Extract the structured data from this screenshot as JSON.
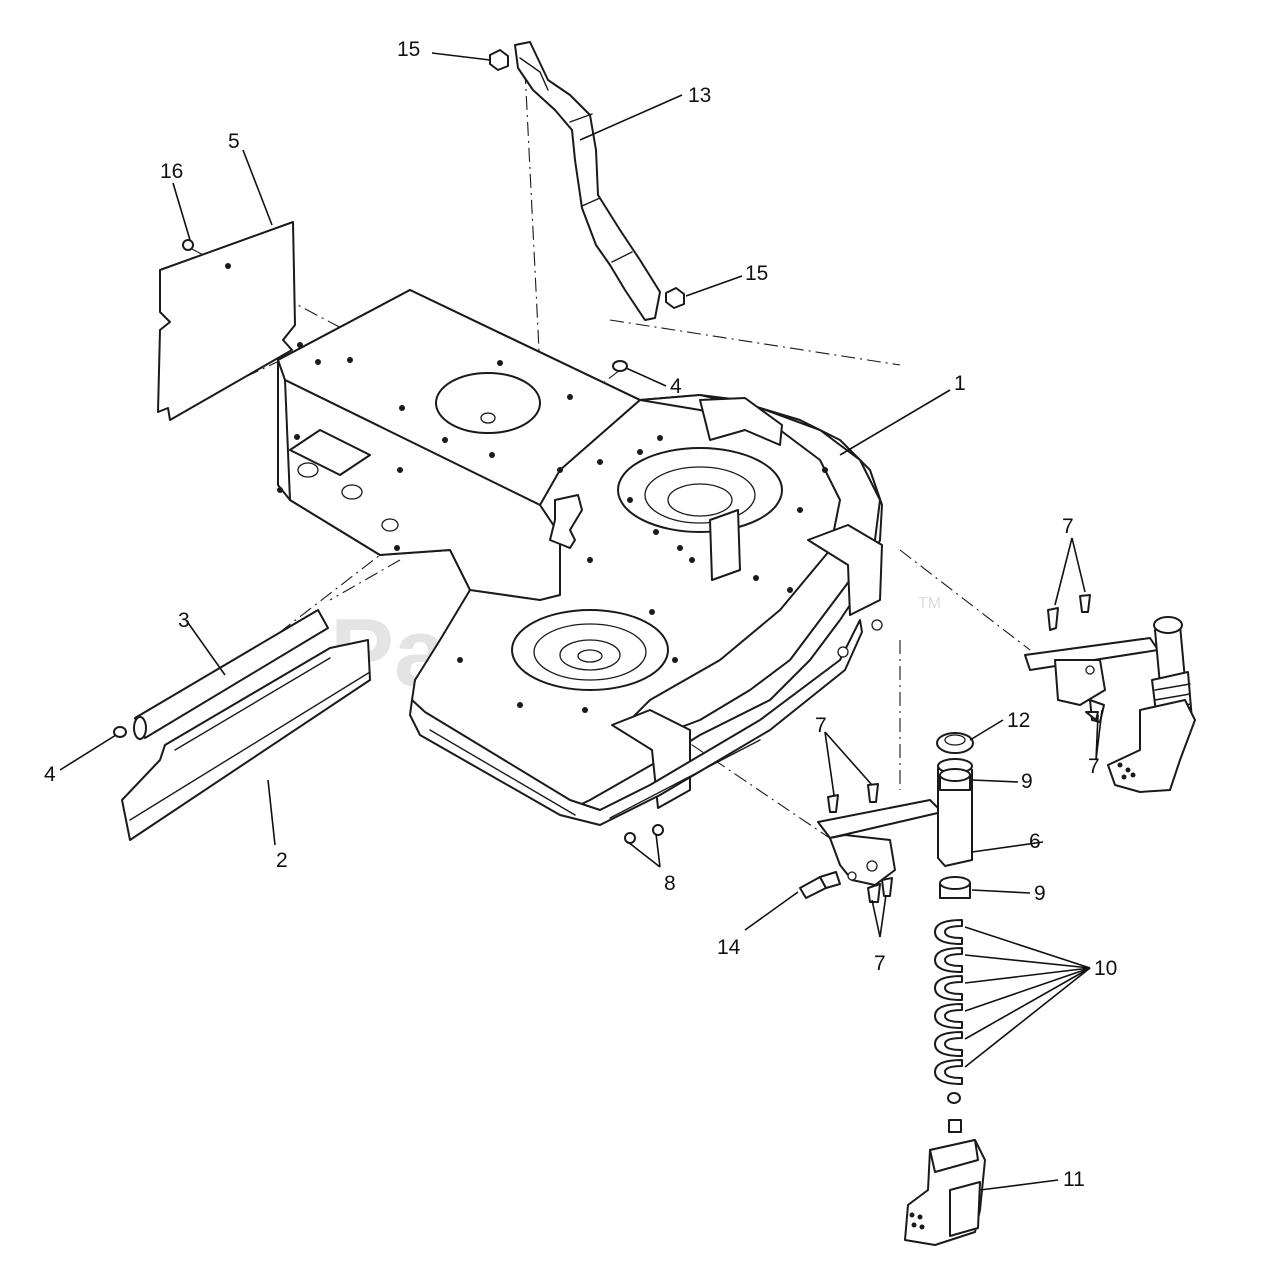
{
  "watermark": {
    "text": "PartsTree",
    "trademark": "TM"
  },
  "callouts": {
    "c1": "1",
    "c2": "2",
    "c3": "3",
    "c4a": "4",
    "c4b": "4",
    "c5": "5",
    "c6": "6",
    "c7a": "7",
    "c7b": "7",
    "c7c": "7",
    "c7d": "7",
    "c8": "8",
    "c9a": "9",
    "c9b": "9",
    "c10": "10",
    "c11": "11",
    "c12": "12",
    "c13": "13",
    "c14": "14",
    "c15a": "15",
    "c15b": "15",
    "c16": "16"
  }
}
